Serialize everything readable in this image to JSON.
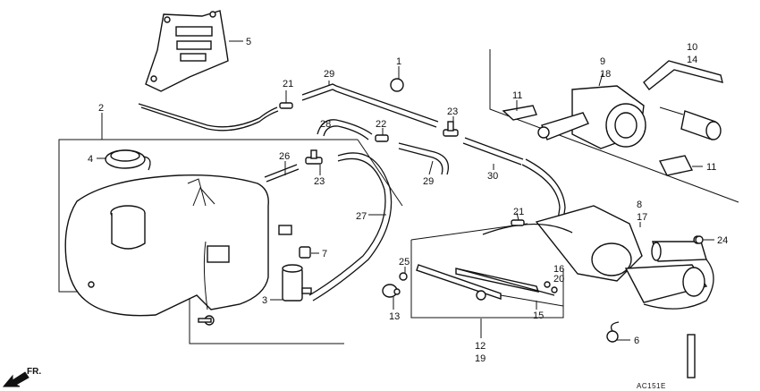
{
  "callouts": {
    "c1": "1",
    "c2": "2",
    "c3": "3",
    "c4": "4",
    "c5": "5",
    "c6": "6",
    "c7": "7",
    "c8": "8",
    "c17": "17",
    "c9": "9",
    "c18": "18",
    "c10": "10",
    "c14": "14",
    "c11a": "11",
    "c11b": "11",
    "c12": "12",
    "c19": "19",
    "c13": "13",
    "c15": "15",
    "c16": "16",
    "c20": "20",
    "c21a": "21",
    "c21b": "21",
    "c22": "22",
    "c23a": "23",
    "c23b": "23",
    "c24": "24",
    "c25": "25",
    "c26": "26",
    "c27": "27",
    "c28": "28",
    "c29a": "29",
    "c29b": "29",
    "c30": "30"
  },
  "direction_label": "FR.",
  "diagram_code": "AC151E"
}
